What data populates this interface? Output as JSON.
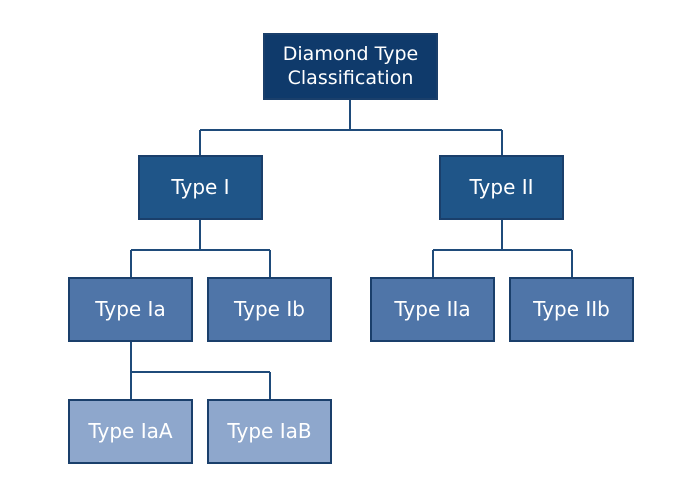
{
  "diagram": {
    "root": {
      "label": "Diamond Type Classification"
    },
    "type_i": {
      "label": "Type I"
    },
    "type_ii": {
      "label": "Type II"
    },
    "type_ia": {
      "label": "Type Ia"
    },
    "type_ib": {
      "label": "Type Ib"
    },
    "type_iia": {
      "label": "Type IIa"
    },
    "type_iib": {
      "label": "Type IIb"
    },
    "type_iaa": {
      "label": "Type IaA"
    },
    "type_iab": {
      "label": "Type IaB"
    }
  },
  "colors": {
    "level0": "#0f3a6b",
    "level1": "#1f5588",
    "level2": "#4f75a8",
    "level3": "#8ea7cc",
    "connector": "#1f4b7a"
  }
}
